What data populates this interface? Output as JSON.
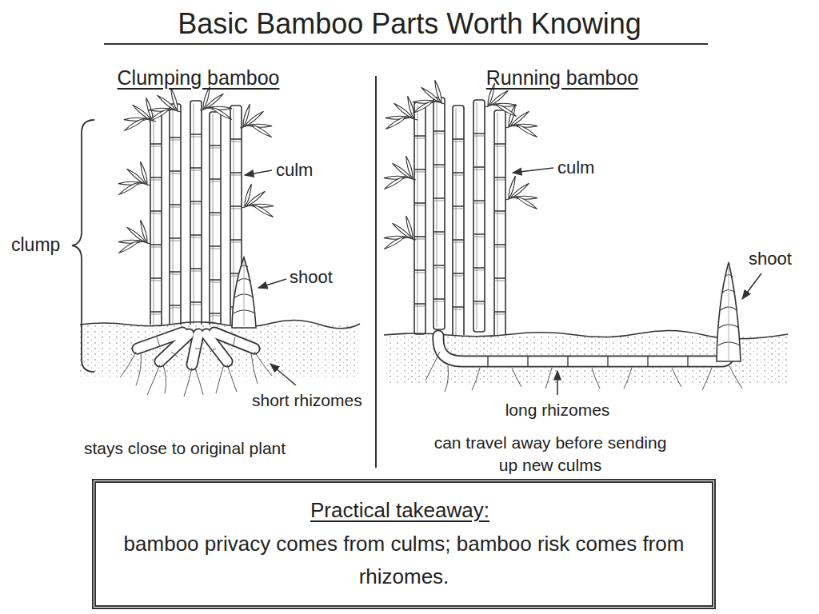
{
  "diagram": {
    "title": "Basic Bamboo Parts Worth Knowing",
    "nodes": [
      {
        "text": [
          "Practical takeaway:",
          "bamboo privacy comes from culms; bamboo risk comes from rhizomes."
        ]
      }
    ],
    "labels": [
      "Clumping bamboo",
      "Running bamboo",
      "clump",
      "culm",
      "shoot",
      "short rhizomes",
      "stays close to original plant",
      "culm",
      "shoot",
      "long rhizomes",
      "can travel away before sending up new culms"
    ]
  }
}
